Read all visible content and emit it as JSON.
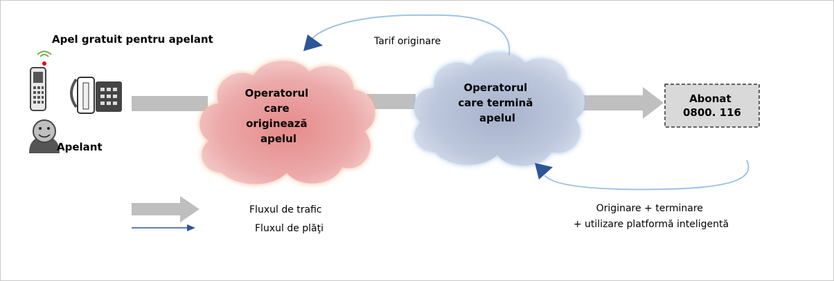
{
  "title": "Apel gratuit pentru apelant",
  "caller_label": "Apelant",
  "originating_cloud": {
    "lines": [
      "Operatorul",
      "care",
      "originează",
      "apelul"
    ]
  },
  "terminating_cloud": {
    "lines": [
      "Operatorul",
      "care termină",
      "apelul"
    ]
  },
  "subscriber_box": {
    "lines": [
      "Abonat",
      "0800. 116"
    ]
  },
  "payment_top_label": "Tarif originare",
  "payment_bottom_label": {
    "lines": [
      "Originare + terminare",
      "+ utilizare platformă inteligentă"
    ]
  },
  "legend": {
    "traffic_label": "Fluxul de trafic",
    "payments_label": "Fluxul de plăţi"
  },
  "colors": {
    "traffic_arrow": "#bfbfbf",
    "payment_arrow": "#9dc3e6",
    "payment_arrowhead": "#2e5597",
    "originating_cloud": "#e8a3a3",
    "originating_glow": "#f4b183",
    "terminating_cloud": "#b4c0d8",
    "terminating_glow": "#9dc3e6",
    "subscriber_box": "#d9d9d9"
  },
  "icons": [
    "mobile-phone-icon",
    "desk-phone-icon",
    "person-icon"
  ]
}
